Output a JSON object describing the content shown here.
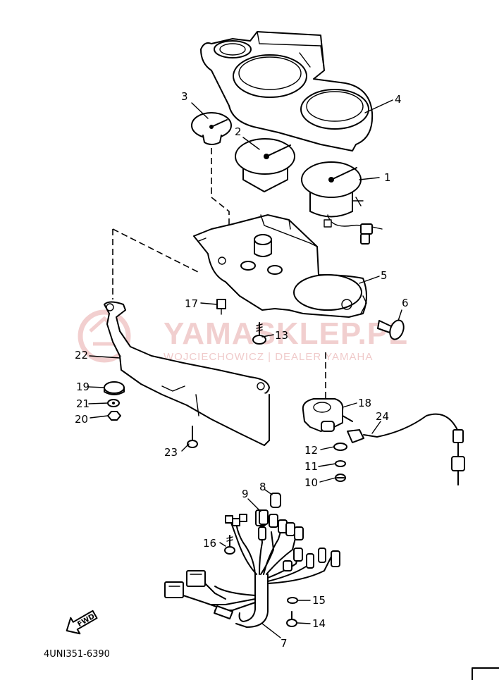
{
  "diagram_code": "4UNI351-6390",
  "fwd_label": "FWD",
  "watermark": {
    "main": "YAMASKLEP.PL",
    "sub": "WOJCIECHOWICZ | DEALER YAMAHA"
  },
  "parts": [
    {
      "id": "p1",
      "label": "1"
    },
    {
      "id": "p2",
      "label": "2"
    },
    {
      "id": "p3",
      "label": "3"
    },
    {
      "id": "p4",
      "label": "4"
    },
    {
      "id": "p5",
      "label": "5"
    },
    {
      "id": "p6",
      "label": "6"
    },
    {
      "id": "p7",
      "label": "7"
    },
    {
      "id": "p8",
      "label": "8"
    },
    {
      "id": "p9",
      "label": "9"
    },
    {
      "id": "p10",
      "label": "10"
    },
    {
      "id": "p11",
      "label": "11"
    },
    {
      "id": "p12",
      "label": "12"
    },
    {
      "id": "p13",
      "label": "13"
    },
    {
      "id": "p14",
      "label": "14"
    },
    {
      "id": "p15",
      "label": "15"
    },
    {
      "id": "p16",
      "label": "16"
    },
    {
      "id": "p17",
      "label": "17"
    },
    {
      "id": "p18",
      "label": "18"
    },
    {
      "id": "p19",
      "label": "19"
    },
    {
      "id": "p20",
      "label": "20"
    },
    {
      "id": "p21",
      "label": "21"
    },
    {
      "id": "p22",
      "label": "22"
    },
    {
      "id": "p23",
      "label": "23"
    },
    {
      "id": "p24",
      "label": "24"
    }
  ],
  "icons": [
    "fwd-arrow-icon",
    "yamaha-logo-icon"
  ]
}
